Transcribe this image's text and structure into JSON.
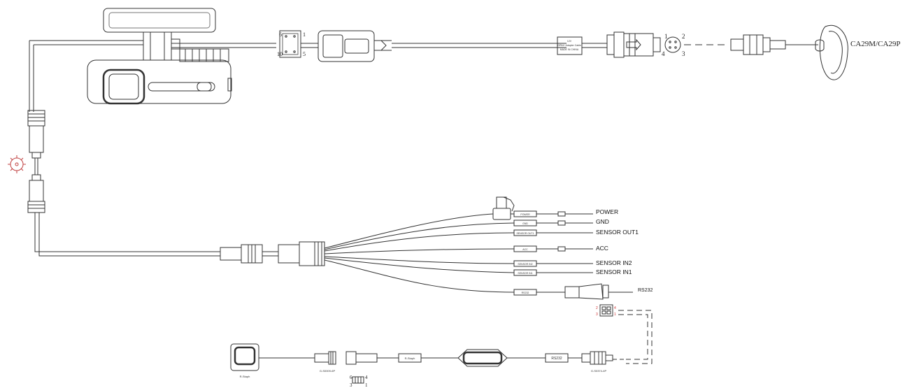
{
  "camera_model": "CA29M/CA29P",
  "adapter_label": {
    "line1": "12V",
    "line2": "GPIN+ Adapter Cable",
    "line3": "MADE IN CHINA"
  },
  "connector_pins": {
    "top_left": "1",
    "top_right": "2",
    "bottom_left": "4",
    "bottom_right": "3"
  },
  "ten_pin_labels": {
    "a": "6",
    "b": "1",
    "c": "10",
    "d": "5"
  },
  "harness_wires": [
    {
      "name": "POWER",
      "tag": "POWER"
    },
    {
      "name": "GND",
      "tag": "GND"
    },
    {
      "name": "SENSOR OUT1",
      "tag": "SENSOR OUT1"
    },
    {
      "name": "ACC",
      "tag": "ACC"
    },
    {
      "name": "SENSOR IN2",
      "tag": "SENSOR IN2"
    },
    {
      "name": "SENSOR IN1",
      "tag": "SENSOR IN1"
    },
    {
      "name": "RS232",
      "tag": "RS232"
    }
  ],
  "button_label": "R-Staph",
  "mid_tag": "R-Staph",
  "rs232_tag": "RS232",
  "conn_6p_label": "G-S0009-6P",
  "conn_4p_label": "G-S0374-4P",
  "six_pin_numbers": {
    "a": "6",
    "b": "4",
    "c": "3",
    "d": "1"
  },
  "four_pin_numbers": {
    "a": "2",
    "b": "4",
    "c": "3",
    "d": "1"
  }
}
